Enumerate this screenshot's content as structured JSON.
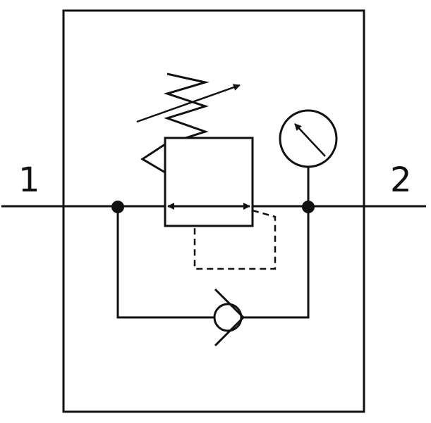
{
  "ports": {
    "inlet_label": "1",
    "outlet_label": "2"
  },
  "symbols": {
    "housing": "housing-outline",
    "regulator": "regulator-valve-icon",
    "spring": "adjustable-spring-icon",
    "gauge": "pressure-gauge-icon",
    "check_valve": "check-valve-icon",
    "pilot_line": "pilot-line-dashed"
  },
  "colors": {
    "line": "#111111",
    "background": "#ffffff"
  }
}
